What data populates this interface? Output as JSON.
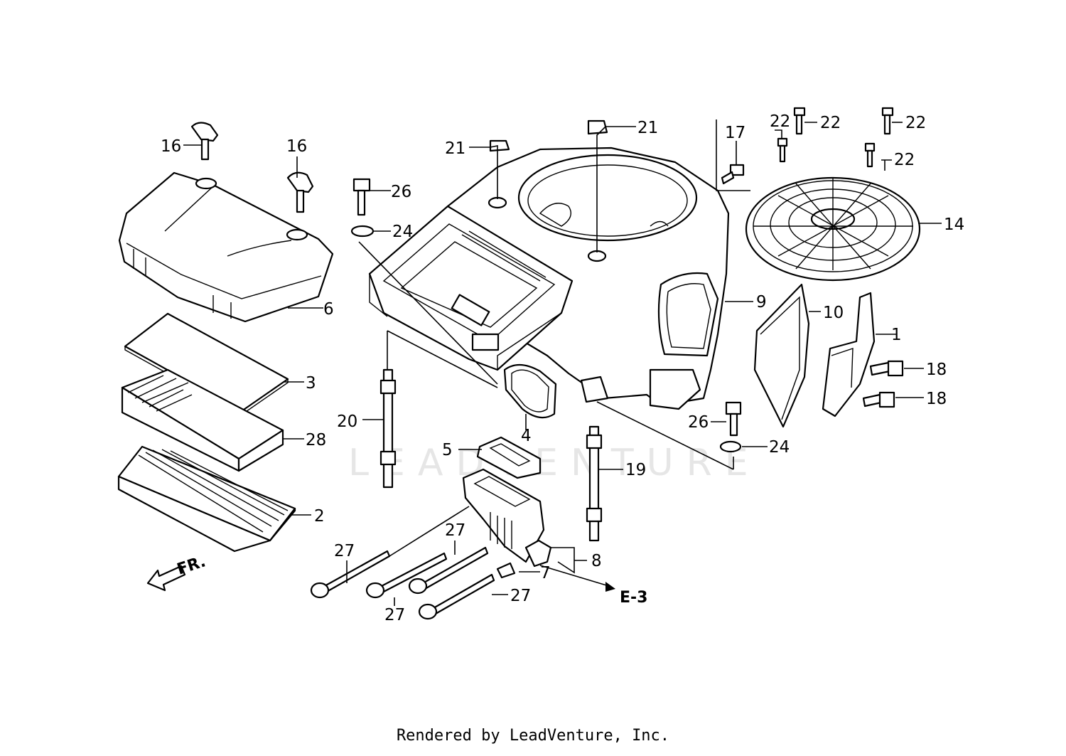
{
  "watermark": "LEADVENTURE",
  "footer": "Rendered by LeadVenture, Inc.",
  "front_marker": "FR.",
  "reference": "E-3",
  "callouts": [
    "1",
    "2",
    "3",
    "4",
    "5",
    "6",
    "7",
    "8",
    "9",
    "10",
    "14",
    "16",
    "16",
    "17",
    "18",
    "18",
    "19",
    "20",
    "21",
    "21",
    "22",
    "22",
    "22",
    "22",
    "24",
    "24",
    "26",
    "26",
    "27",
    "27",
    "27",
    "27",
    "28"
  ]
}
